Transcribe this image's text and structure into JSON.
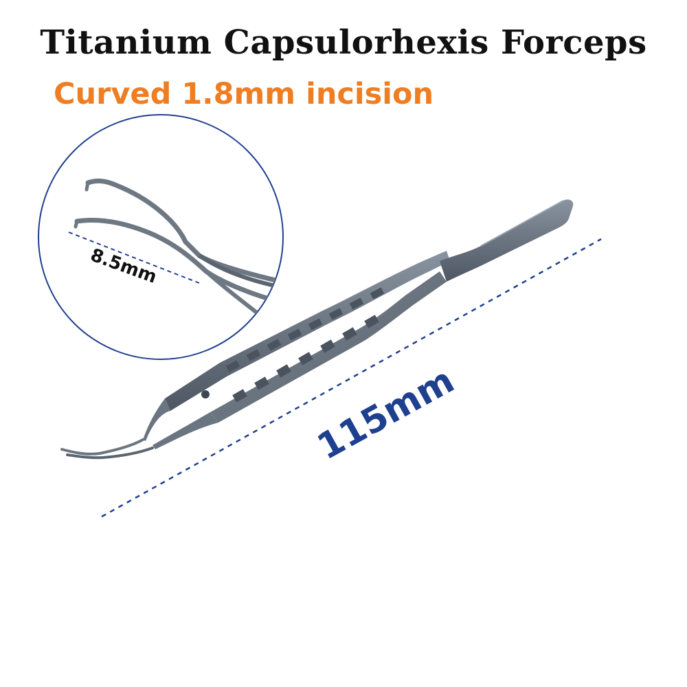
{
  "heading": {
    "title": "Titanium Capsulorhexis Forceps",
    "subtitle": "Curved 1.8mm incision"
  },
  "dimensions": {
    "tip_length": "8.5mm",
    "total_length": "115mm"
  },
  "colors": {
    "title": "#111111",
    "subtitle": "#ef7d22",
    "dimension_line": "#1f3f8f",
    "total_length_label": "#1f3f8f",
    "instrument": "#6f7a86",
    "instrument_dark": "#4f5864",
    "zoom_circle": "#1f3f8f"
  }
}
